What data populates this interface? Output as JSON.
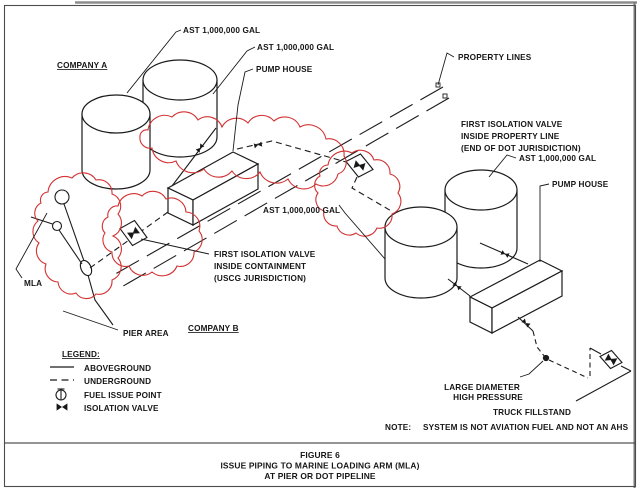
{
  "figure": {
    "number_line": "FIGURE 6",
    "title_line1": "ISSUE PIPING TO MARINE LOADING ARM (MLA)",
    "title_line2": "AT PIER OR DOT PIPELINE"
  },
  "labels": {
    "company_a": "COMPANY A",
    "company_b": "COMPANY B",
    "ast_a1": "AST 1,000,000 GAL",
    "ast_a2": "AST 1,000,000 GAL",
    "ast_b_top": "AST 1,000,000 GAL",
    "ast_b_mid": "AST 1,000,000 GAL",
    "pump_house_a": "PUMP HOUSE",
    "pump_house_b": "PUMP HOUSE",
    "property_lines": "PROPERTY LINES",
    "valve_property_line1": "FIRST ISOLATION VALVE",
    "valve_property_line2": "INSIDE PROPERTY LINE",
    "valve_property_line3": "(END OF DOT JURISDICTION)",
    "valve_containment_line1": "FIRST ISOLATION VALVE",
    "valve_containment_line2": "INSIDE CONTAINMENT",
    "valve_containment_line3": "(USCG JURISDICTION)",
    "mla": "MLA",
    "pier_area": "PIER AREA",
    "large_diameter_line1": "LARGE DIAMETER",
    "large_diameter_line2": "HIGH PRESSURE",
    "truck_fillstand": "TRUCK FILLSTAND",
    "note_label": "NOTE:",
    "note_text": "SYSTEM IS NOT AVIATION FUEL AND NOT AN AHS"
  },
  "legend": {
    "title": "LEGEND:",
    "items": [
      {
        "symbol": "solid-line",
        "label": "ABOVEGROUND"
      },
      {
        "symbol": "dashed-line",
        "label": "UNDERGROUND"
      },
      {
        "symbol": "fuel-issue-point",
        "label": "FUEL ISSUE POINT"
      },
      {
        "symbol": "isolation-valve",
        "label": "ISOLATION VALVE"
      }
    ]
  },
  "colors": {
    "line": "#1b1b1b",
    "revision_cloud": "#d23232",
    "background": "#ffffff"
  }
}
